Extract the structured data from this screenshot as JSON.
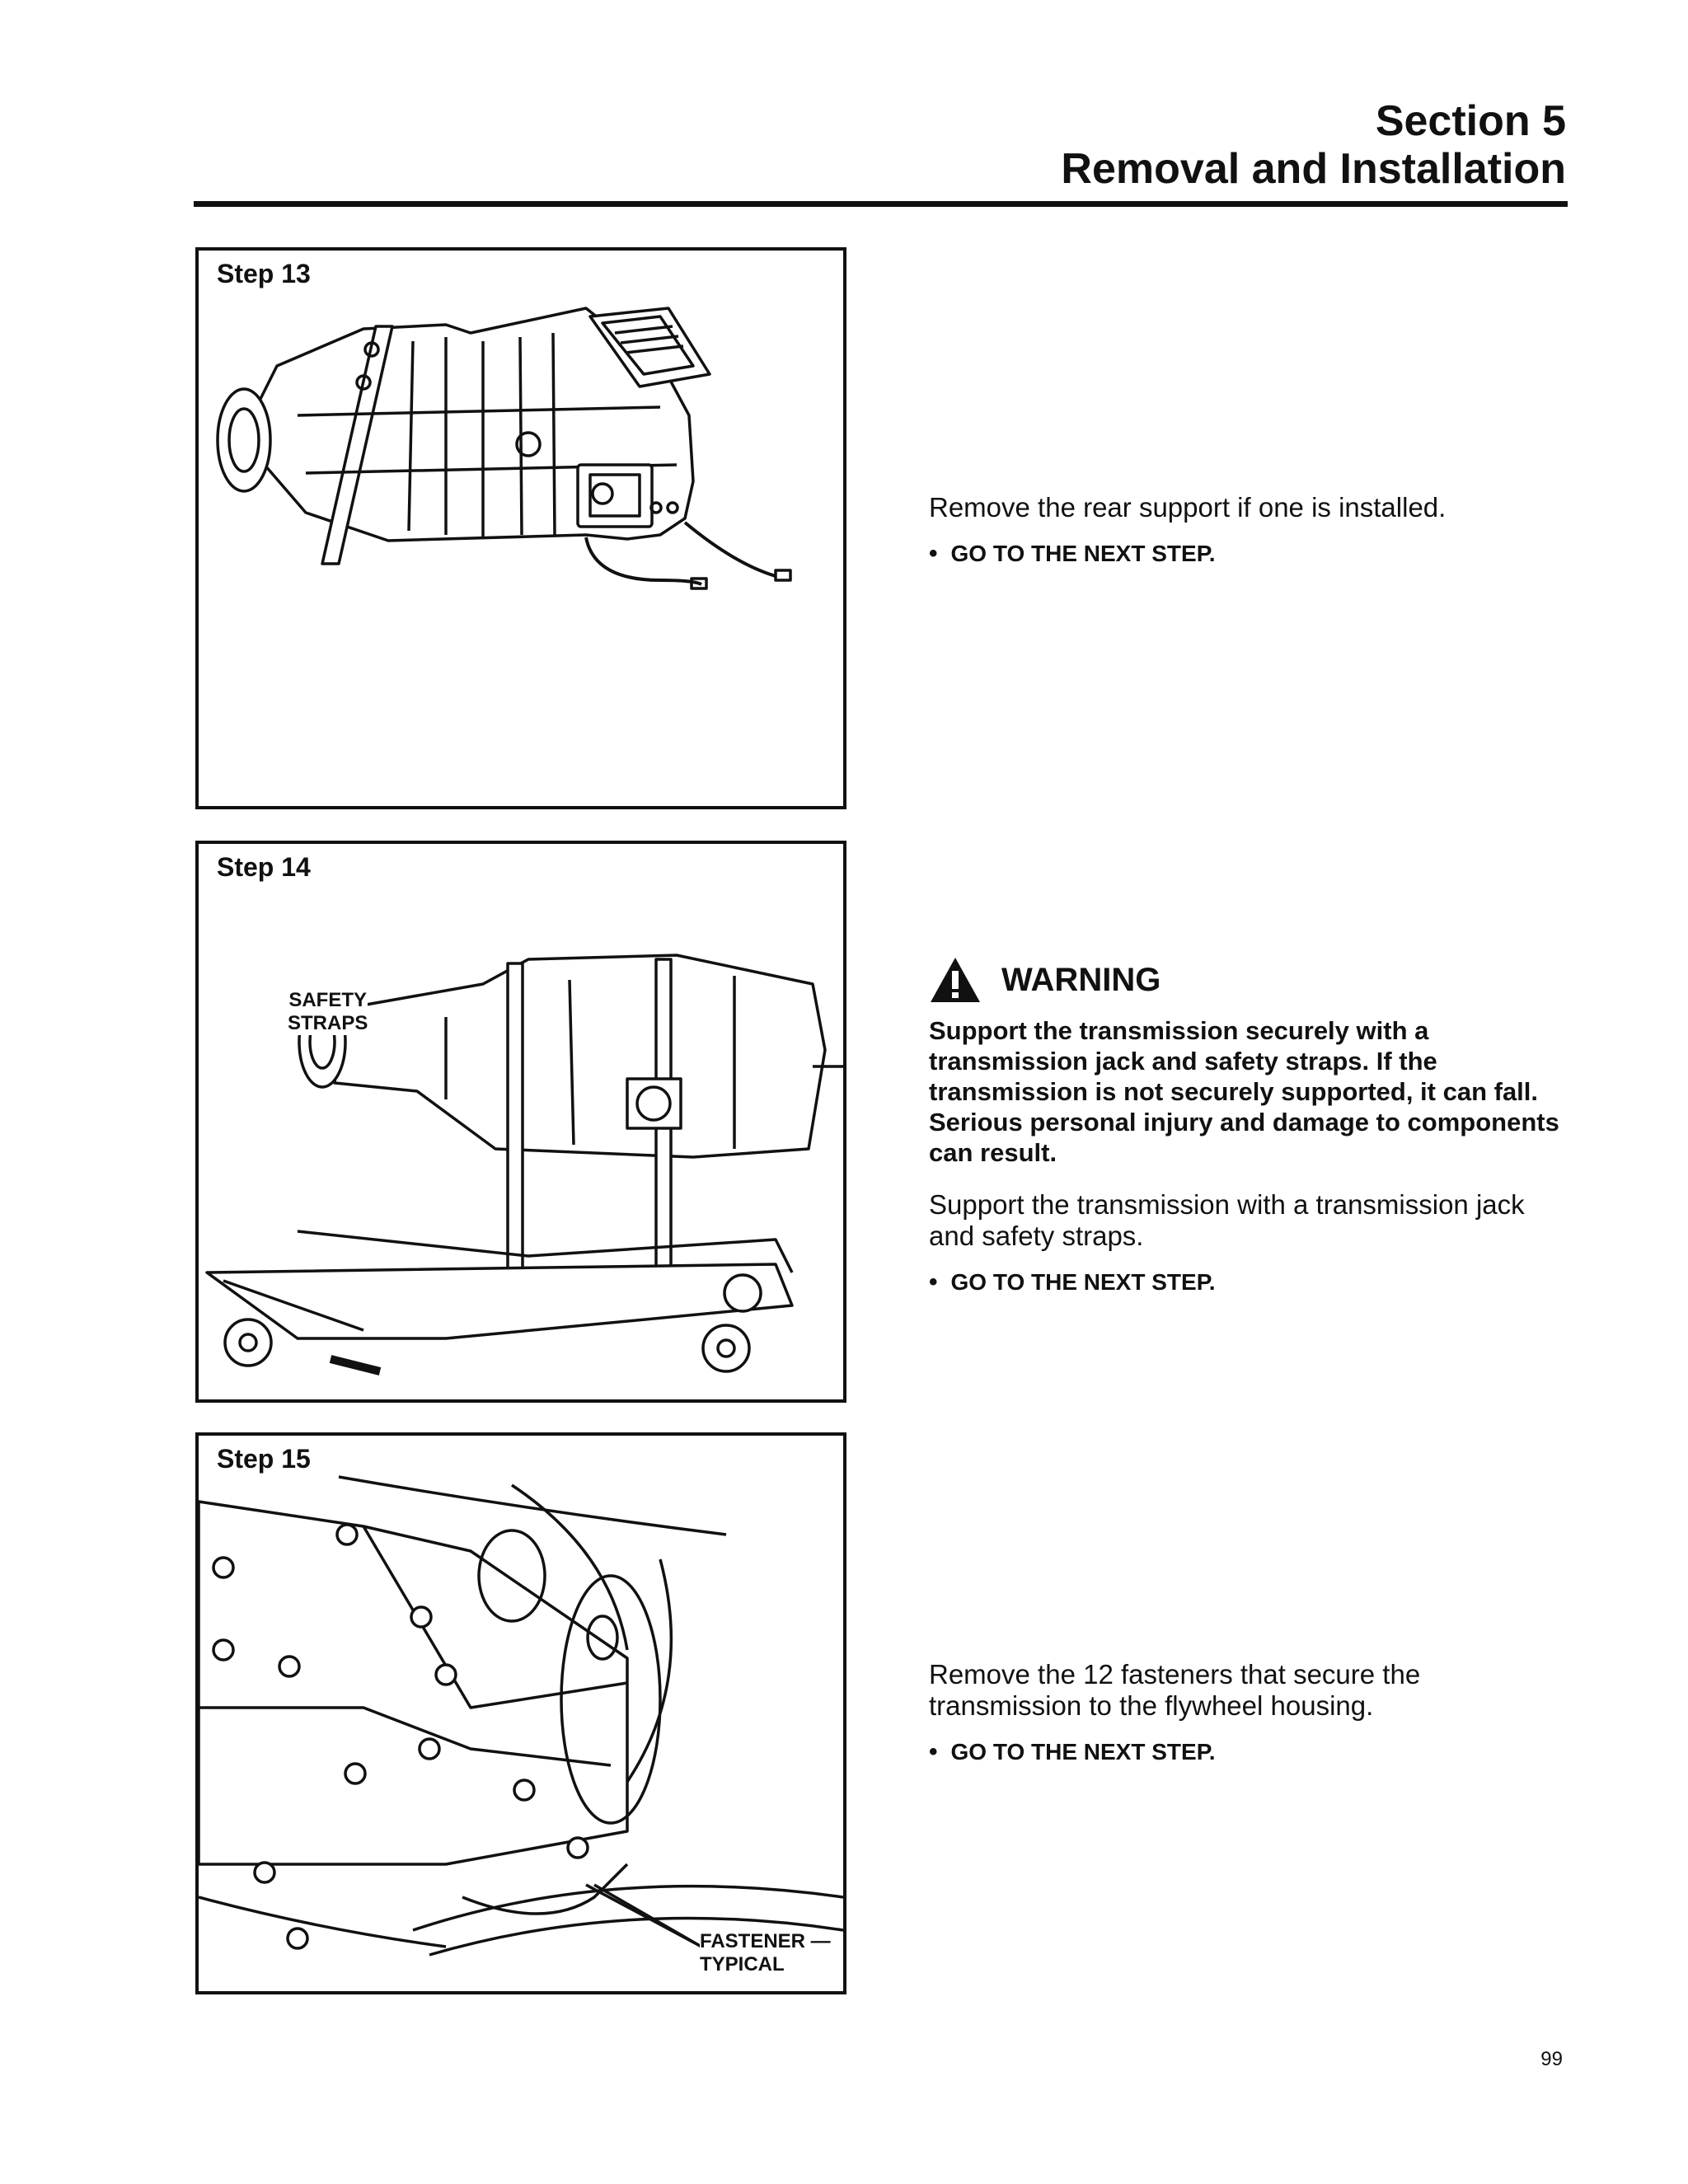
{
  "header": {
    "section": "Section 5",
    "title": "Removal and Installation"
  },
  "steps": [
    {
      "label": "Step 13",
      "instruction": "Remove the rear support if one is installed.",
      "next": "GO TO THE NEXT STEP."
    },
    {
      "label": "Step 14",
      "callout": {
        "line1": "SAFETY",
        "line2": "STRAPS"
      },
      "warning": {
        "title": "WARNING",
        "text": "Support the transmission securely with a transmission jack and safety straps. If the transmission is not securely supported, it can fall. Serious personal injury and damage to components can result."
      },
      "instruction": "Support the transmission with a transmission jack and safety straps.",
      "next": "GO TO THE NEXT STEP."
    },
    {
      "label": "Step 15",
      "callout": {
        "line1": "FASTENER —",
        "line2": "TYPICAL"
      },
      "instruction": "Remove the 12 fasteners that secure the transmission to the flywheel housing.",
      "next": "GO TO THE NEXT STEP."
    }
  ],
  "page_number": "99"
}
